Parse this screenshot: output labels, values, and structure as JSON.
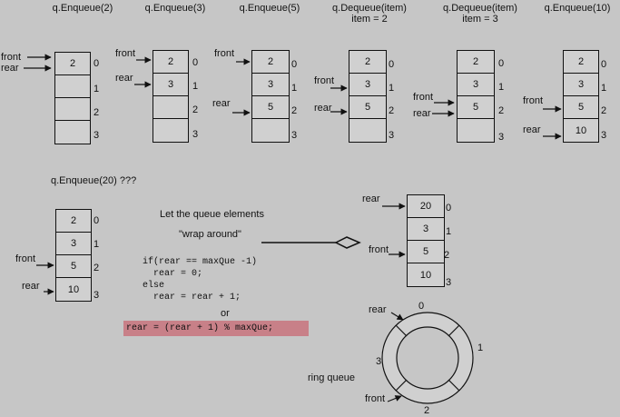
{
  "operations": [
    {
      "title": "q.Enqueue(2)",
      "subtitle": "",
      "cells": [
        "2",
        "",
        "",
        ""
      ]
    },
    {
      "title": "q.Enqueue(3)",
      "subtitle": "",
      "cells": [
        "2",
        "3",
        "",
        ""
      ]
    },
    {
      "title": "q.Enqueue(5)",
      "subtitle": "",
      "cells": [
        "2",
        "3",
        "5",
        ""
      ]
    },
    {
      "title": "q.Dequeue(item)",
      "subtitle": "item = 2",
      "cells": [
        "2",
        "3",
        "5",
        ""
      ]
    },
    {
      "title": "q.Dequeue(item)",
      "subtitle": "item = 3",
      "cells": [
        "2",
        "3",
        "5",
        ""
      ]
    },
    {
      "title": "q.Enqueue(10)",
      "subtitle": "",
      "cells": [
        "2",
        "3",
        "5",
        "10"
      ]
    }
  ],
  "indices": [
    "0",
    "1",
    "2",
    "3"
  ],
  "pointer_labels": {
    "front": "front",
    "rear": "rear"
  },
  "full_queue": {
    "title": "q.Enqueue(20) ???",
    "cells": [
      "2",
      "3",
      "5",
      "10"
    ]
  },
  "wrap_queue": {
    "cells": [
      "20",
      "3",
      "5",
      "10"
    ]
  },
  "explanation": {
    "line1": "Let the queue elements",
    "line2": "\"wrap around\""
  },
  "code_lines": [
    "if(rear == maxQue -1)",
    "  rear = 0;",
    "else",
    "  rear = rear + 1;"
  ],
  "or_text": "or",
  "highlight_code": "rear = (rear + 1) % maxQue;",
  "ring": {
    "caption": "ring queue",
    "indices": [
      "0",
      "1",
      "2",
      "3"
    ]
  }
}
